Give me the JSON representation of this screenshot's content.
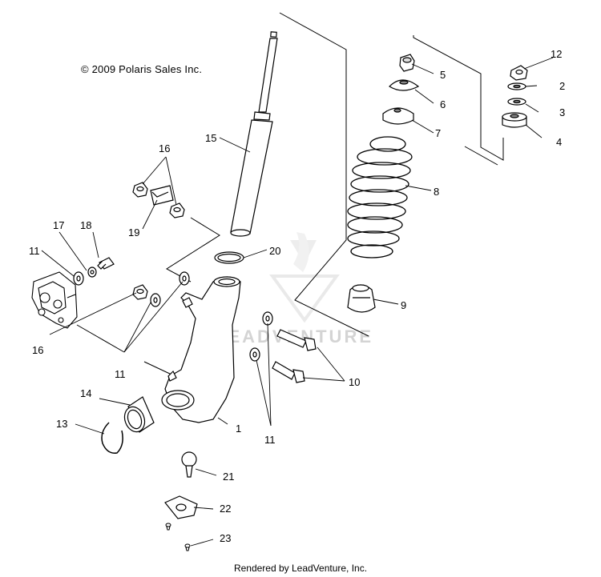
{
  "copyright": "© 2009 Polaris Sales Inc.",
  "credit": "Rendered by LeadVenture, Inc.",
  "watermark": "LEADVENTURE",
  "callouts": {
    "c1": "1",
    "c2": "2",
    "c3": "3",
    "c4": "4",
    "c5": "5",
    "c6": "6",
    "c7": "7",
    "c8": "8",
    "c9": "9",
    "c10": "10",
    "c11a": "11",
    "c11b": "11",
    "c11c": "11",
    "c12": "12",
    "c13": "13",
    "c14": "14",
    "c15": "15",
    "c16a": "16",
    "c16b": "16",
    "c17": "17",
    "c18": "18",
    "c19": "19",
    "c20": "20",
    "c21": "21",
    "c22": "22",
    "c23": "23"
  }
}
